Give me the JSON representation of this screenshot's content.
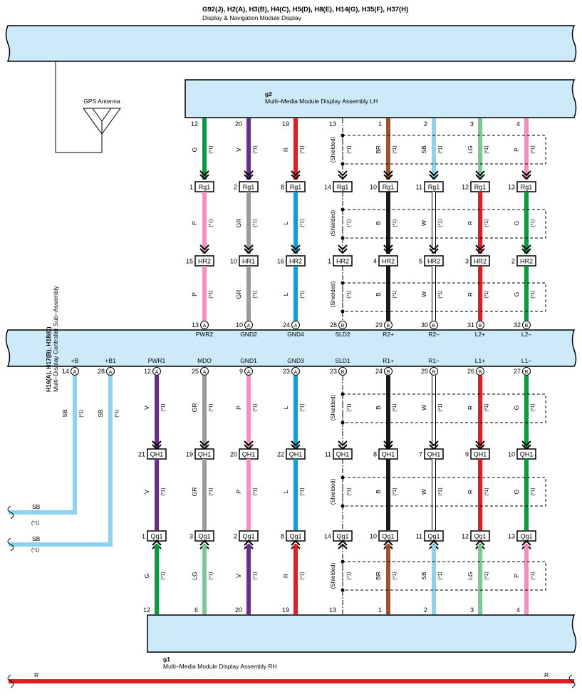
{
  "header": {
    "code": "G92(J), H2(A), H3(B), H4(C), H5(D), H8(E), H14(G), H35(F), H37(H)",
    "name": "Display & Navigation Module Display"
  },
  "antenna": {
    "label": "GPS Antenna"
  },
  "g2": {
    "code": "g2",
    "name": "Multi–Media Module Display Assembly LH"
  },
  "g1": {
    "code": "g1",
    "name": "Multi–Media Module Display Assembly RH"
  },
  "ctrl": {
    "code": "H16(A), H17(B), H18(C)",
    "name": "Multi–Display Controller Sub–Assembly"
  },
  "note": "(*1)",
  "shielded": "(Shielded)",
  "colors": {
    "G": "#009f3c",
    "V": "#6a2c91",
    "R": "#e51b24",
    "BR": "#a0522d",
    "SB": "#8dd3f0",
    "LG": "#7cc995",
    "P": "#f390bf",
    "GR": "#9a9a9d",
    "L": "#0aa0dc",
    "B": "#1a1a1a",
    "W": "#ffffff",
    "box": "#cdeaf8"
  },
  "upper": {
    "g2_pins": [
      "12",
      "20",
      "19",
      "13",
      "1",
      "2",
      "3",
      "4"
    ],
    "g2_wires": [
      "G",
      "V",
      "R",
      "",
      "BR",
      "SB",
      "LG",
      "P"
    ],
    "rg1_pins": [
      "1",
      "2",
      "8",
      "14",
      "10",
      "11",
      "12",
      "13"
    ],
    "rg1_name": "Rg1",
    "mid_wires": [
      "P",
      "GR",
      "L",
      "",
      "B",
      "W",
      "R",
      "G"
    ],
    "hr2_pins": [
      "15",
      "10",
      "16",
      "1",
      "4",
      "5",
      "3",
      "2"
    ],
    "hr2_names": [
      "HR2",
      "HR1",
      "HR2",
      "HR2",
      "HR2",
      "HR2",
      "HR2",
      "HR2"
    ],
    "low_wires": [
      "P",
      "GR",
      "L",
      "",
      "B",
      "W",
      "R",
      "G"
    ],
    "ctrl_pins": [
      "13",
      "10",
      "24",
      "28",
      "29",
      "30",
      "31",
      "32"
    ],
    "ctrl_conn": [
      "A",
      "A",
      "A",
      "B",
      "B",
      "B",
      "B",
      "B"
    ],
    "ctrl_labels": [
      "PWR2",
      "GND2",
      "GND4",
      "SLD2",
      "R2+",
      "R2–",
      "L2+",
      "L2–"
    ]
  },
  "lower": {
    "ctrl_labels": [
      "+B",
      "+B1",
      "PWR1",
      "MDO",
      "GND1",
      "GND3",
      "SLD1",
      "R1+",
      "R1–",
      "L1+",
      "L1–"
    ],
    "ctrl_pins": [
      "14",
      "28",
      "12",
      "25",
      "9",
      "23",
      "23",
      "24",
      "25",
      "26",
      "27"
    ],
    "ctrl_conn": [
      "A",
      "A",
      "A",
      "A",
      "A",
      "A",
      "B",
      "B",
      "B",
      "B",
      "B"
    ],
    "top_wires": [
      "SB",
      "SB",
      "V",
      "GR",
      "P",
      "L",
      "",
      "B",
      "W",
      "R",
      "G"
    ],
    "qh1_pins": [
      "21",
      "19",
      "20",
      "22",
      "11",
      "8",
      "7",
      "9",
      "10"
    ],
    "qh1_name": "QH1",
    "mid_wires": [
      "V",
      "GR",
      "P",
      "L",
      "",
      "B",
      "W",
      "R",
      "G"
    ],
    "qg1_pins": [
      "1",
      "3",
      "2",
      "8",
      "14",
      "10",
      "11",
      "12",
      "13"
    ],
    "qg1_name": "Qg1",
    "bot_wires": [
      "G",
      "LG",
      "V",
      "R",
      "",
      "BR",
      "SB",
      "LG",
      "P"
    ],
    "g1_pins": [
      "12",
      "6",
      "20",
      "19",
      "13",
      "1",
      "2",
      "3",
      "4"
    ],
    "left_wire_1": "SB",
    "left_wire_2": "SB",
    "bottom_wire_left": "R",
    "bottom_wire_right": "R"
  }
}
